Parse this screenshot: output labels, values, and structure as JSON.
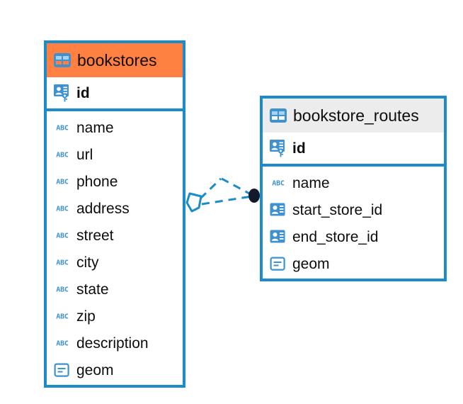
{
  "diagram": {
    "type": "entity-relationship-diagram",
    "background_color": "#ffffff",
    "accent_color": "#1b8bcb",
    "highlight_color": "#ff8040",
    "header_grey": "#ececec"
  },
  "entities": [
    {
      "name": "bookstores",
      "header_color": "#ff8040",
      "selected": true,
      "primary_key": {
        "label": "id",
        "icon": "primary-key-icon"
      },
      "fields": [
        {
          "label": "name",
          "icon": "text-type-icon"
        },
        {
          "label": "url",
          "icon": "text-type-icon"
        },
        {
          "label": "phone",
          "icon": "text-type-icon"
        },
        {
          "label": "address",
          "icon": "text-type-icon"
        },
        {
          "label": "street",
          "icon": "text-type-icon"
        },
        {
          "label": "city",
          "icon": "text-type-icon"
        },
        {
          "label": "state",
          "icon": "text-type-icon"
        },
        {
          "label": "zip",
          "icon": "text-type-icon"
        },
        {
          "label": "description",
          "icon": "text-type-icon"
        },
        {
          "label": "geom",
          "icon": "geometry-type-icon"
        }
      ]
    },
    {
      "name": "bookstore_routes",
      "header_color": "#ececec",
      "selected": false,
      "primary_key": {
        "label": "id",
        "icon": "primary-key-icon"
      },
      "fields": [
        {
          "label": "name",
          "icon": "text-type-icon"
        },
        {
          "label": "start_store_id",
          "icon": "foreign-key-icon"
        },
        {
          "label": "end_store_id",
          "icon": "foreign-key-icon"
        },
        {
          "label": "geom",
          "icon": "geometry-type-icon"
        }
      ]
    }
  ],
  "relationship": {
    "from": "bookstores",
    "to": "bookstore_routes",
    "line_style": "dashed",
    "line_color": "#1b8bcb",
    "source_marker": "open-diamond",
    "target_marker": "filled-circle"
  }
}
